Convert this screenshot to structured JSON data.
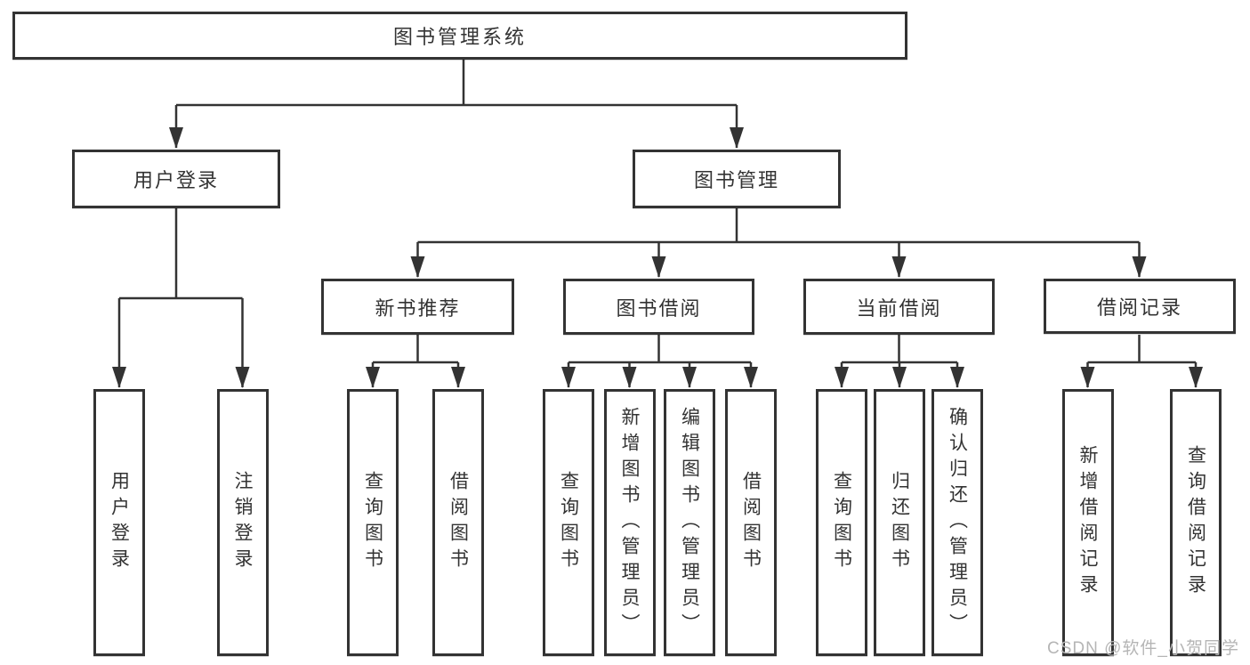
{
  "tree": {
    "label": "图书管理系统",
    "children": [
      {
        "label": "用户登录",
        "children": [
          {
            "label": "用户登录"
          },
          {
            "label": "注销登录"
          }
        ]
      },
      {
        "label": "图书管理",
        "children": [
          {
            "label": "新书推荐",
            "children": [
              {
                "label": "查询图书"
              },
              {
                "label": "借阅图书"
              }
            ]
          },
          {
            "label": "图书借阅",
            "children": [
              {
                "label": "查询图书"
              },
              {
                "label": "新增图书（管理员）"
              },
              {
                "label": "编辑图书（管理员）"
              },
              {
                "label": "借阅图书"
              }
            ]
          },
          {
            "label": "当前借阅",
            "children": [
              {
                "label": "查询图书"
              },
              {
                "label": "归还图书"
              },
              {
                "label": "确认归还（管理员）"
              }
            ]
          },
          {
            "label": "借阅记录",
            "children": [
              {
                "label": "新增借阅记录"
              },
              {
                "label": "查询借阅记录"
              }
            ]
          }
        ]
      }
    ]
  },
  "watermark": {
    "text": "CSDN @软件_小贺同学"
  },
  "colors": {
    "line": "#333333",
    "box_border": "#333333",
    "text": "#333333",
    "watermark": "#b5b5b5",
    "background": "#ffffff"
  }
}
